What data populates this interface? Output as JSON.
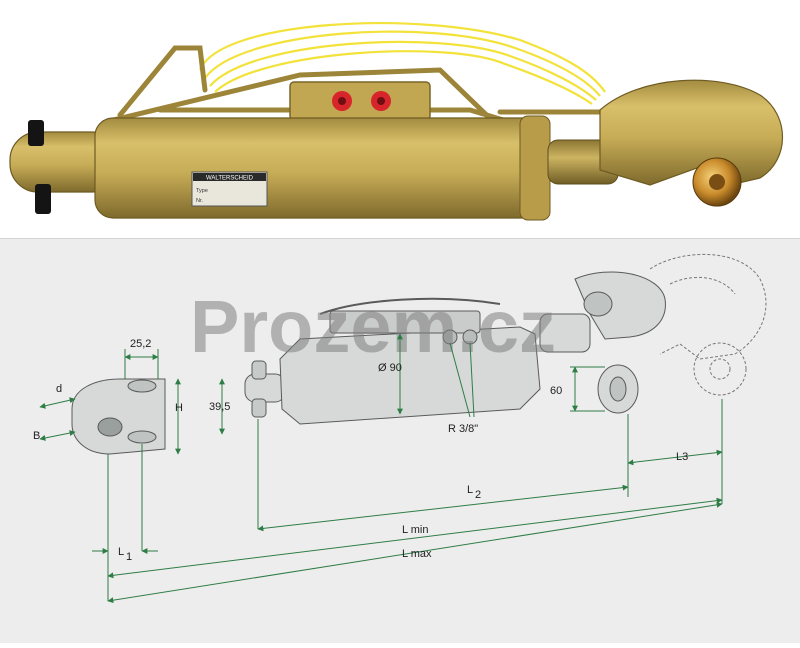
{
  "photo": {
    "plate_brand": "WALTERSCHEID",
    "plate_line1": "Type",
    "plate_line2": "Nr."
  },
  "watermark": "Prozem.cz",
  "dimensions": {
    "width_top": "25,2",
    "d": "d",
    "b": "B",
    "h": "H",
    "pin_height": "39,5",
    "diameter": "Ø 90",
    "thread": "R 3/8\"",
    "ball": "60",
    "l1": "L",
    "l1_sub": "1",
    "l2": "L",
    "l2_sub": "2",
    "l3": "L3",
    "lmin": "L min",
    "lmax": "L max"
  },
  "colors": {
    "cylinder": "#c7ac57",
    "cylinder_dark": "#8f7a35",
    "hose": "#f2e23a",
    "port": "#d8242b",
    "dimension_line": "#2f7d46",
    "drawing_part": "#d6d9d8",
    "background_panel": "#ededed"
  }
}
